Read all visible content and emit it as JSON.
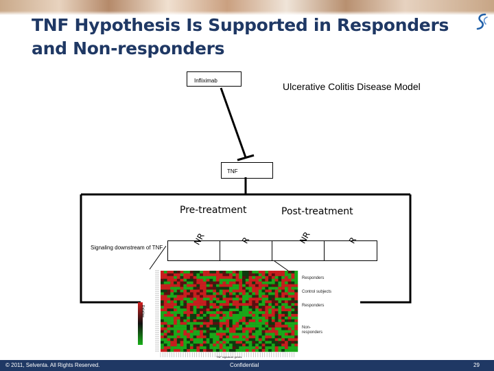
{
  "slide": {
    "title": "TNF Hypothesis Is Supported in Responders and Non-responders",
    "model_label": "Ulcerative Colitis Disease Model",
    "drug_box": "Infliximab",
    "target_box": "TNF",
    "pre_label": "Pre-treatment",
    "post_label": "Post-treatment",
    "col_nr_pre": "NR",
    "col_r_pre": "R",
    "col_nr_post": "NR",
    "col_r_post": "R",
    "signaling_label": "Signaling downstream of TNF"
  },
  "heatmap": {
    "group_labels": [
      "Responders",
      "Control subjects",
      "Responders",
      "Non-responders"
    ],
    "bottom_label": "TNF signature genes",
    "colorbar_side": "Relative",
    "colors": {
      "high": "#d21f1f",
      "low": "#18b018",
      "mid": "#111111"
    }
  },
  "footer": {
    "copyright": "© 2011, Selventa. All Rights Reserved.",
    "confidential": "Confidential",
    "page": "29"
  },
  "colors": {
    "title": "#1f3864",
    "footer": "#1f3864"
  }
}
